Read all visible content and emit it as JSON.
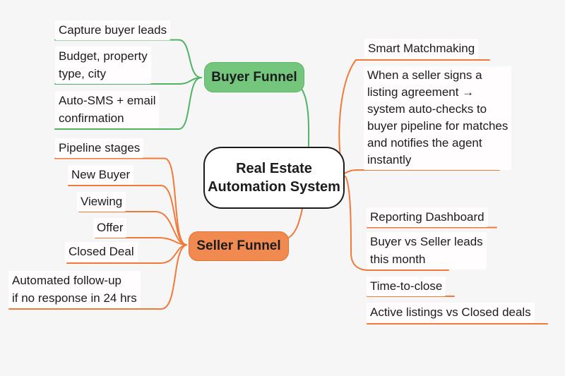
{
  "colors": {
    "green-line": "#4fb364",
    "green-fill": "#74c67c",
    "green-border": "#5fb56c",
    "orange-line": "#f1793a",
    "orange-fill": "#f18a51",
    "orange-border": "#e2702f",
    "root-border": "#1b1b1b",
    "text": "#1c1c1e",
    "background": "#f7f6f7"
  },
  "root": {
    "label": "Real Estate\nAutomation System"
  },
  "branches": {
    "buyer_funnel": {
      "label": "Buyer Funnel",
      "items": {
        "capture": "Capture buyer leads",
        "budget": "Budget, property\ntype, city",
        "auto_sms": "Auto-SMS + email\nconfirmation"
      }
    },
    "seller_funnel": {
      "label": "Seller Funnel",
      "items": {
        "pipeline": "Pipeline stages",
        "new_buyer": "New Buyer",
        "viewing": "Viewing",
        "offer": "Offer",
        "closed_deal": "Closed Deal",
        "follow_up": "Automated follow-up\nif no response in 24 hrs"
      }
    },
    "smart_matchmaking": {
      "label": "Smart Matchmaking",
      "description": "When a seller signs a\nlisting agreement →\nsystem auto-checks to\nbuyer pipeline for matches\nand notifies the agent\ninstantly"
    },
    "reporting": {
      "label": "Reporting Dashboard",
      "items": {
        "buyer_vs_seller": "Buyer vs Seller leads\nthis month",
        "time_to_close": "Time-to-close",
        "active_vs_closed": "Active listings vs Closed deals"
      }
    }
  }
}
